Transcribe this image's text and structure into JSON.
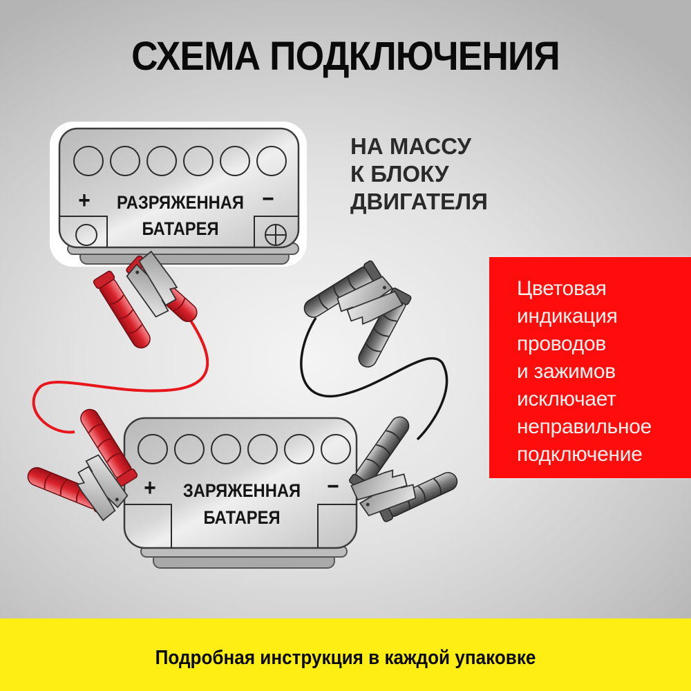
{
  "title": "СХЕМА ПОДКЛЮЧЕНИЯ",
  "discharged_battery": {
    "plus_symbol": "+",
    "minus_symbol": "−",
    "label_line1": "РАЗРЯЖЕННАЯ",
    "label_line2": "БАТАРЕЯ"
  },
  "charged_battery": {
    "plus_symbol": "+",
    "minus_symbol": "−",
    "label_line1": "ЗАРЯЖЕННАЯ",
    "label_line2": "БАТАРЕЯ"
  },
  "ground_note": {
    "line1": "НА МАССУ",
    "line2": "К БЛОКУ",
    "line3": "ДВИГАТЕЛЯ"
  },
  "info_box": {
    "lines": [
      "Цветовая",
      "индикация",
      "проводов",
      "и зажимов",
      "исключает",
      "неправильное",
      "подключение"
    ],
    "background": "#ff0d0d",
    "text_color": "#ffffff"
  },
  "footer": {
    "text": "Подробная инструкция в каждой упаковке",
    "background": "#ffee14"
  },
  "colors": {
    "positive_cable": "#e8161b",
    "negative_cable": "#1a1a1a",
    "positive_clamp_handle": "#d8323a",
    "negative_clamp_handle": "#6e6e6e"
  }
}
